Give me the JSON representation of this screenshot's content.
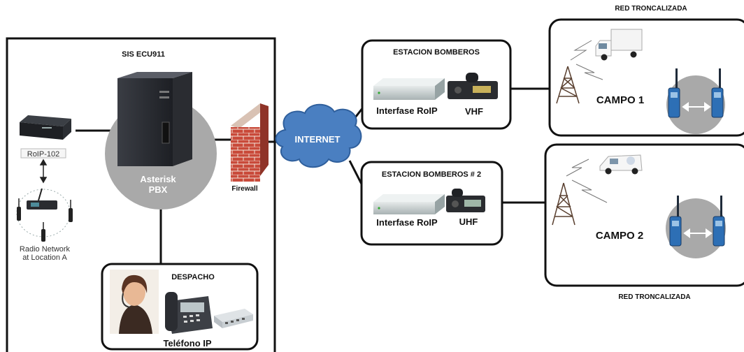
{
  "sis": {
    "title": "SIS ECU911",
    "server_line1": "Asterisk",
    "server_line2": "PBX",
    "firewall": "Firewall"
  },
  "roip": {
    "device_label": "RoIP-102",
    "radio_line1": "Radio Network",
    "radio_line2": "at Location A"
  },
  "dispatch": {
    "title": "DESPACHO",
    "phone_label": "Teléfono IP"
  },
  "internet": {
    "label": "INTERNET"
  },
  "station1": {
    "title": "ESTACION BOMBEROS",
    "interface_label": "Interfase RoIP",
    "radio_label": "VHF"
  },
  "station2": {
    "title": "ESTACION BOMBEROS # 2",
    "interface_label": "Interfase RoIP",
    "radio_label": "UHF"
  },
  "field1": {
    "network_title": "RED TRONCALIZADA",
    "label": "CAMPO 1"
  },
  "field2": {
    "network_title": "RED TRONCALIZADA",
    "label": "CAMPO 2"
  },
  "colors": {
    "cloud": "#4a7fc1",
    "firewall_brick": "#c0392b",
    "server_disc": "#a9a9a9",
    "radio_blue": "#2d6fb5"
  }
}
